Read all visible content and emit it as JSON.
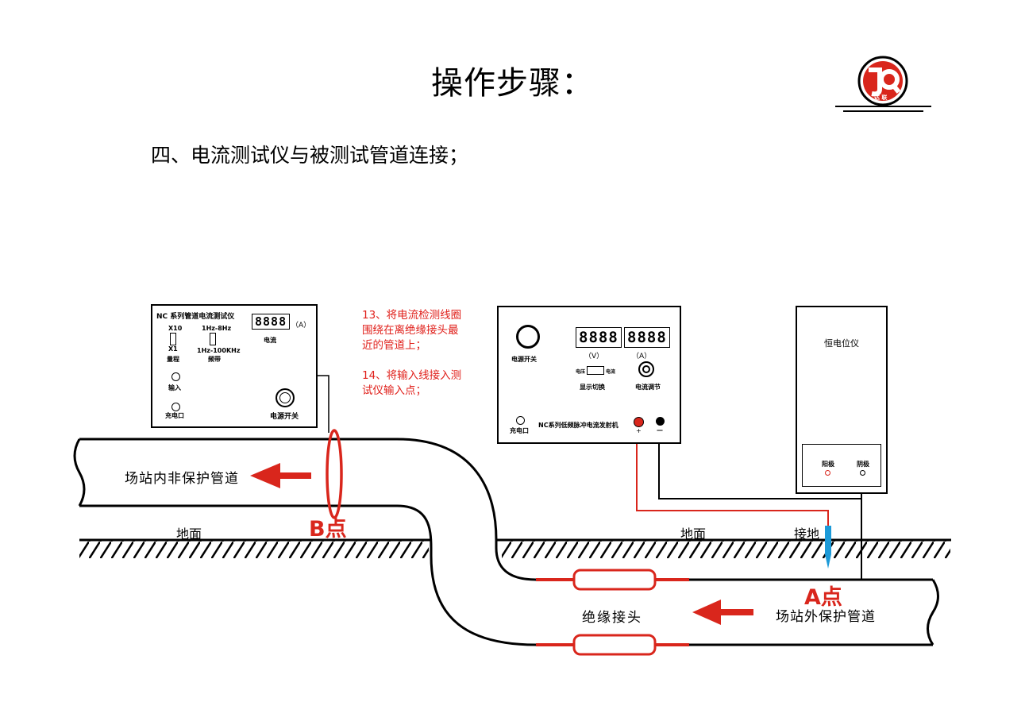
{
  "title": "操作步骤：",
  "subtitle": "四、电流测试仪与被测试管道连接；",
  "logo": {
    "letter": "DQ",
    "chars": "达 联"
  },
  "notes": {
    "step13_lines": [
      "13、将电流检测线圈",
      "围绕在离绝缘接头最",
      "近的管道上；"
    ],
    "step14_lines": [
      "14、将输入线接入测",
      "试仪输入点；"
    ]
  },
  "tester": {
    "title": "NC 系列管道电流测试仪",
    "display_value": "8888",
    "display_unit": "（A）",
    "current_label": "电流",
    "range_top": "X10",
    "range_bottom": "X1",
    "range_label": "量程",
    "band_top": "1Hz-8Hz",
    "band_bottom": "1Hz-100KHz",
    "band_label": "频带",
    "input_label": "输入",
    "charge_label": "充电口",
    "power_label": "电源开关"
  },
  "transmitter": {
    "power_label": "电源开关",
    "volt_display": "8888",
    "amp_display": "8888",
    "volt_unit": "（V）",
    "amp_unit": "（A）",
    "switch_left": "电压",
    "switch_right": "电流",
    "display_switch_label": "显示切换",
    "current_adjust_label": "电流调节",
    "charge_label": "充电口",
    "model_label": "NC系列低频脉冲电流发射机",
    "plus": "+",
    "minus": "—"
  },
  "potential_meter": {
    "title": "恒电位仪",
    "anode": "阳极",
    "cathode": "阴极"
  },
  "scene": {
    "ground_left": "地面",
    "ground_right": "地面",
    "grounding": "接地",
    "pipe_inner": "场站内非保护管道",
    "pipe_outer": "场站外保护管道",
    "insulating_joint": "绝缘接头",
    "point_b": "B点",
    "point_a": "A点"
  },
  "colors": {
    "red": "#e0201b",
    "black": "#000000",
    "blue": "#1c9ad8"
  }
}
